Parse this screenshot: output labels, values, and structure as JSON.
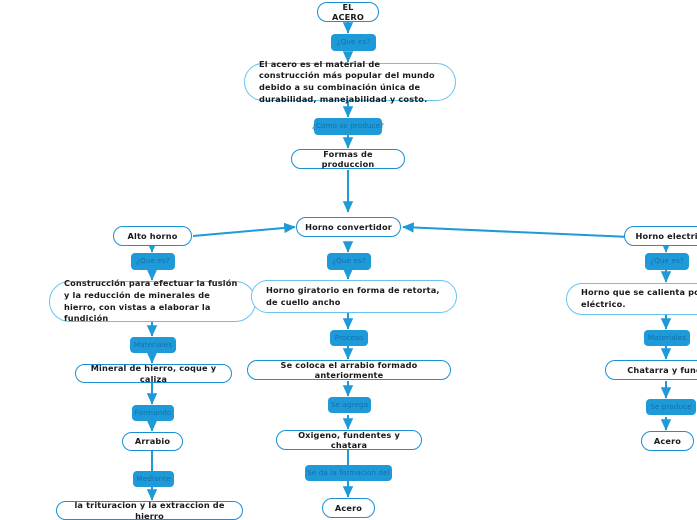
{
  "diagram": {
    "title": "EL ACERO",
    "type": "mind-map-flowchart",
    "accent_color": "#1f9ad9",
    "node_border_color": "#1b8fd4",
    "desc_border_color": "#69c3ef",
    "pill_text_color": "#1370a8",
    "background_color": "#ffffff"
  },
  "nodes": {
    "root": "EL ACERO",
    "definition": "El acero es el material de construcción más popular del mundo debido a su combinación única de durabilidad, manejabilidad y costo.",
    "formas": "Formas de produccion",
    "alto_horno": "Alto horno",
    "horno_convertidor": "Horno convertidor",
    "horno_electrico": "Horno electrico",
    "alto_horno_desc": "Construcción para efectuar la fusión y la reducción de minerales de hierro, con vistas a elaborar la fundición",
    "alto_horno_materiales": "Mineral de hierro, coque y caliza",
    "alto_horno_arrabio": "Arrabio",
    "alto_horno_final": "la trituracion y la extraccion de hierro",
    "convertidor_desc": "Horno giratorio en forma de retorta, de cuello ancho",
    "convertidor_proceso": "Se coloca el arrabio formado anteriormente",
    "convertidor_agrega": "Oxigeno, fundentes y chatara",
    "convertidor_acero": "Acero",
    "electrico_desc": "Horno que se calienta por m",
    "electrico_desc_line2": "eléctrico.",
    "electrico_materiales": "Chatarra y funde",
    "electrico_acero": "Acero"
  },
  "edge_labels": {
    "que_es_root": "¿Que es?",
    "como_se_produce": "¿Como se produce?",
    "que_es_alto_horno": "¿Que es?",
    "que_es_convertidor": "¿Que es?",
    "que_es_electrico": "¿Que es?",
    "materiales_alto_horno": "Materiales",
    "formando": "Formando",
    "mediante": "Mediante",
    "proceso": "Proceso",
    "se_agrega": "Se agrega",
    "se_da_la_formacion_del": "Se da la formacion del",
    "materiales_electrico": "Materiales",
    "se_produce": "Se produce"
  }
}
